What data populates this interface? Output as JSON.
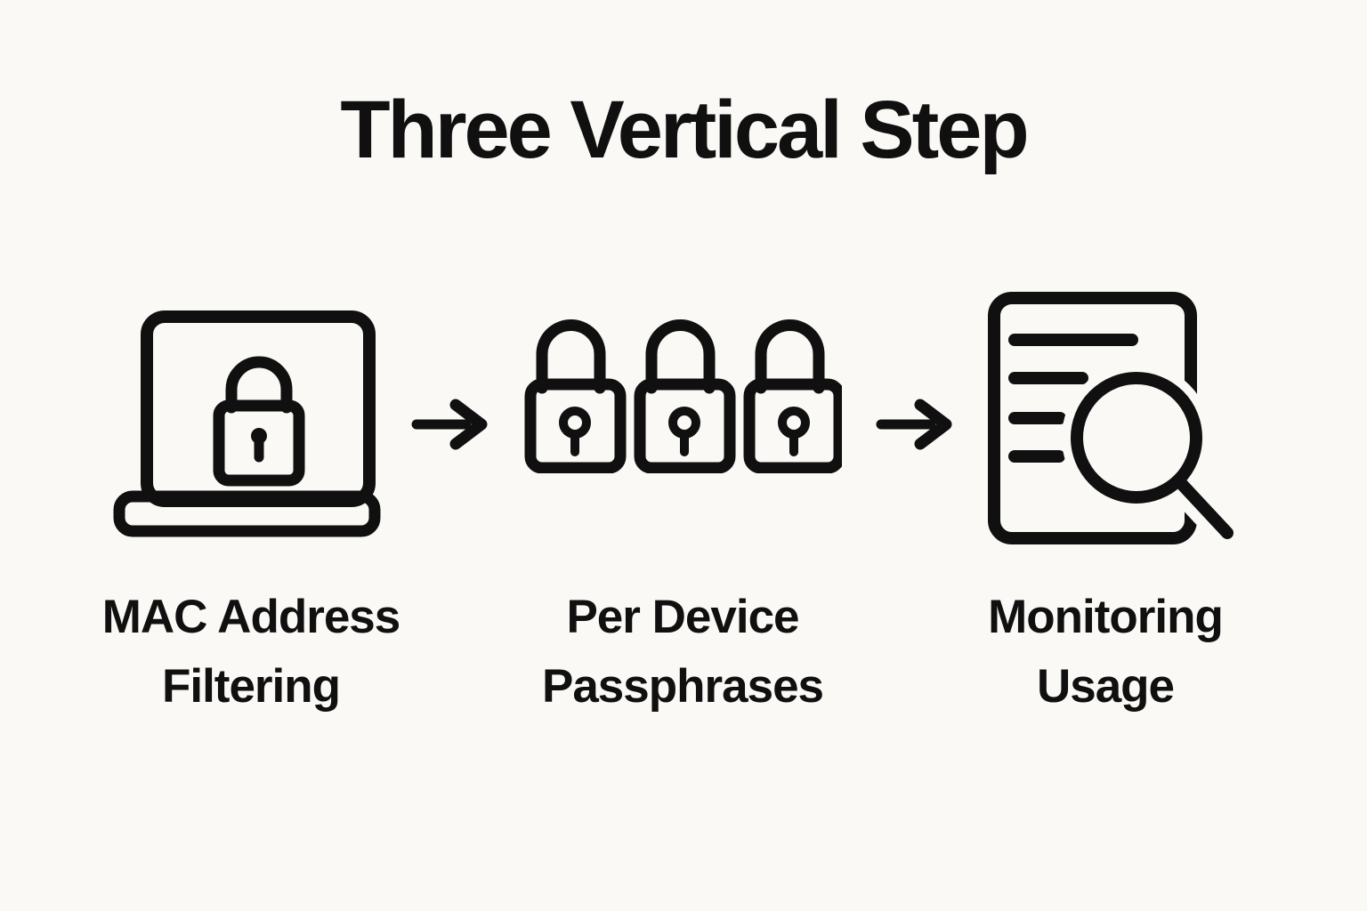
{
  "title": "Three Vertical Step",
  "colors": {
    "background": "#FAF9F5",
    "ink": "#101010"
  },
  "steps": [
    {
      "id": "mac-address-filtering",
      "icon": "laptop-lock-icon",
      "label_line1": "MAC Address",
      "label_line2": "Filtering"
    },
    {
      "id": "per-device-passphrases",
      "icon": "three-padlocks-icon",
      "label_line1": "Per Device",
      "label_line2": "Passphrases"
    },
    {
      "id": "monitoring-usage",
      "icon": "document-search-icon",
      "label_line1": "Monitoring",
      "label_line2": "Usage"
    }
  ],
  "connectors": [
    {
      "icon": "arrow-right-icon"
    },
    {
      "icon": "arrow-right-icon"
    }
  ]
}
